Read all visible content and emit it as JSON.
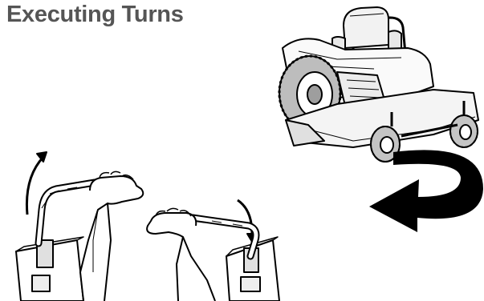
{
  "header": {
    "title": "Executing Turns"
  },
  "illustrations": {
    "mower": {
      "icon": "zero-turn-mower-illustration"
    },
    "turn_arrow": {
      "icon": "curved-turn-arrow-icon",
      "color": "#000000"
    },
    "left_control": {
      "icon": "left-lever-forward-illustration"
    },
    "right_control": {
      "icon": "right-lever-backward-illustration"
    }
  }
}
